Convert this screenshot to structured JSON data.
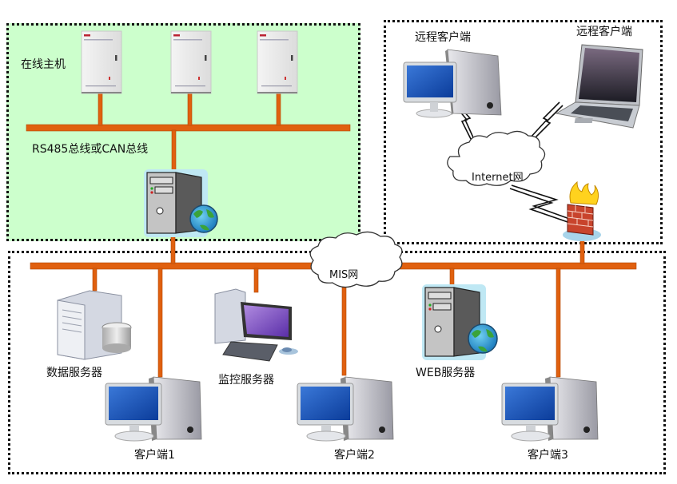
{
  "title": "在线监测系统网络结构图",
  "colors": {
    "bus": "#e0600f",
    "bus_edge": "#b34a08",
    "online_zone_bg": "#ccffcc",
    "border": "#111111"
  },
  "zones": {
    "online": {
      "name": "online-host-zone",
      "host_label": "在线主机",
      "bus_label": "RS485总线或CAN总线"
    },
    "remote": {
      "name": "remote-zone",
      "cloud_label": "Internet网"
    },
    "lan": {
      "name": "lan-zone",
      "cloud_label": "MIS网"
    }
  },
  "nodes": {
    "online_hosts": [
      {
        "label": "",
        "icon": "cabinet-host-icon"
      },
      {
        "label": "",
        "icon": "cabinet-host-icon"
      },
      {
        "label": "",
        "icon": "cabinet-host-icon"
      }
    ],
    "gateway_server": {
      "icon": "web-server-globe-icon"
    },
    "remote_desktop": {
      "label": "远程客户端",
      "icon": "desktop-pc-icon"
    },
    "remote_laptop": {
      "label": "远程客户端",
      "icon": "laptop-icon"
    },
    "firewall": {
      "icon": "firewall-icon"
    },
    "data_server": {
      "label": "数据服务器",
      "icon": "database-server-icon"
    },
    "monitor_server": {
      "label": "监控服务器",
      "icon": "workstation-icon"
    },
    "web_server": {
      "label": "WEB服务器",
      "icon": "web-server-globe-icon"
    },
    "clients": [
      {
        "label": "客户端1",
        "icon": "desktop-pc-icon"
      },
      {
        "label": "客户端2",
        "icon": "desktop-pc-icon"
      },
      {
        "label": "客户端3",
        "icon": "desktop-pc-icon"
      }
    ]
  }
}
